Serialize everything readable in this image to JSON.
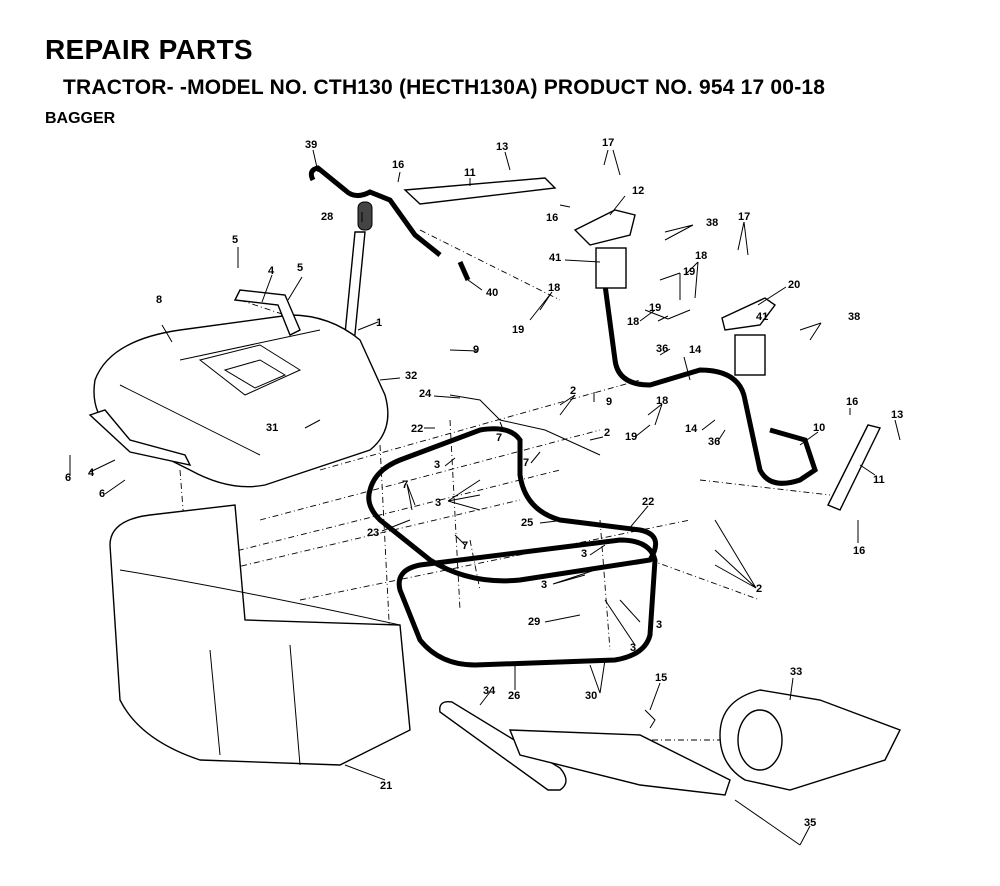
{
  "header": {
    "title": "REPAIR PARTS",
    "subtitle": "TRACTOR- -MODEL NO. CTH130 (HECTH130A) PRODUCT NO. 954 17 00-18",
    "section": "BAGGER"
  },
  "callouts": [
    "39",
    "16",
    "11",
    "13",
    "17",
    "12",
    "38",
    "41",
    "16",
    "28",
    "5",
    "4",
    "5",
    "40",
    "17",
    "18",
    "19",
    "18",
    "19",
    "20",
    "8",
    "1",
    "18",
    "19",
    "38",
    "41",
    "36",
    "14",
    "32",
    "9",
    "24",
    "2",
    "9",
    "31",
    "22",
    "2",
    "18",
    "19",
    "16",
    "14",
    "36",
    "10",
    "13",
    "7",
    "7",
    "3",
    "6",
    "4",
    "6",
    "7",
    "3",
    "11",
    "23",
    "7",
    "25",
    "22",
    "16",
    "3",
    "3",
    "2",
    "29",
    "3",
    "3",
    "30",
    "26",
    "15",
    "33",
    "34",
    "21",
    "35"
  ]
}
